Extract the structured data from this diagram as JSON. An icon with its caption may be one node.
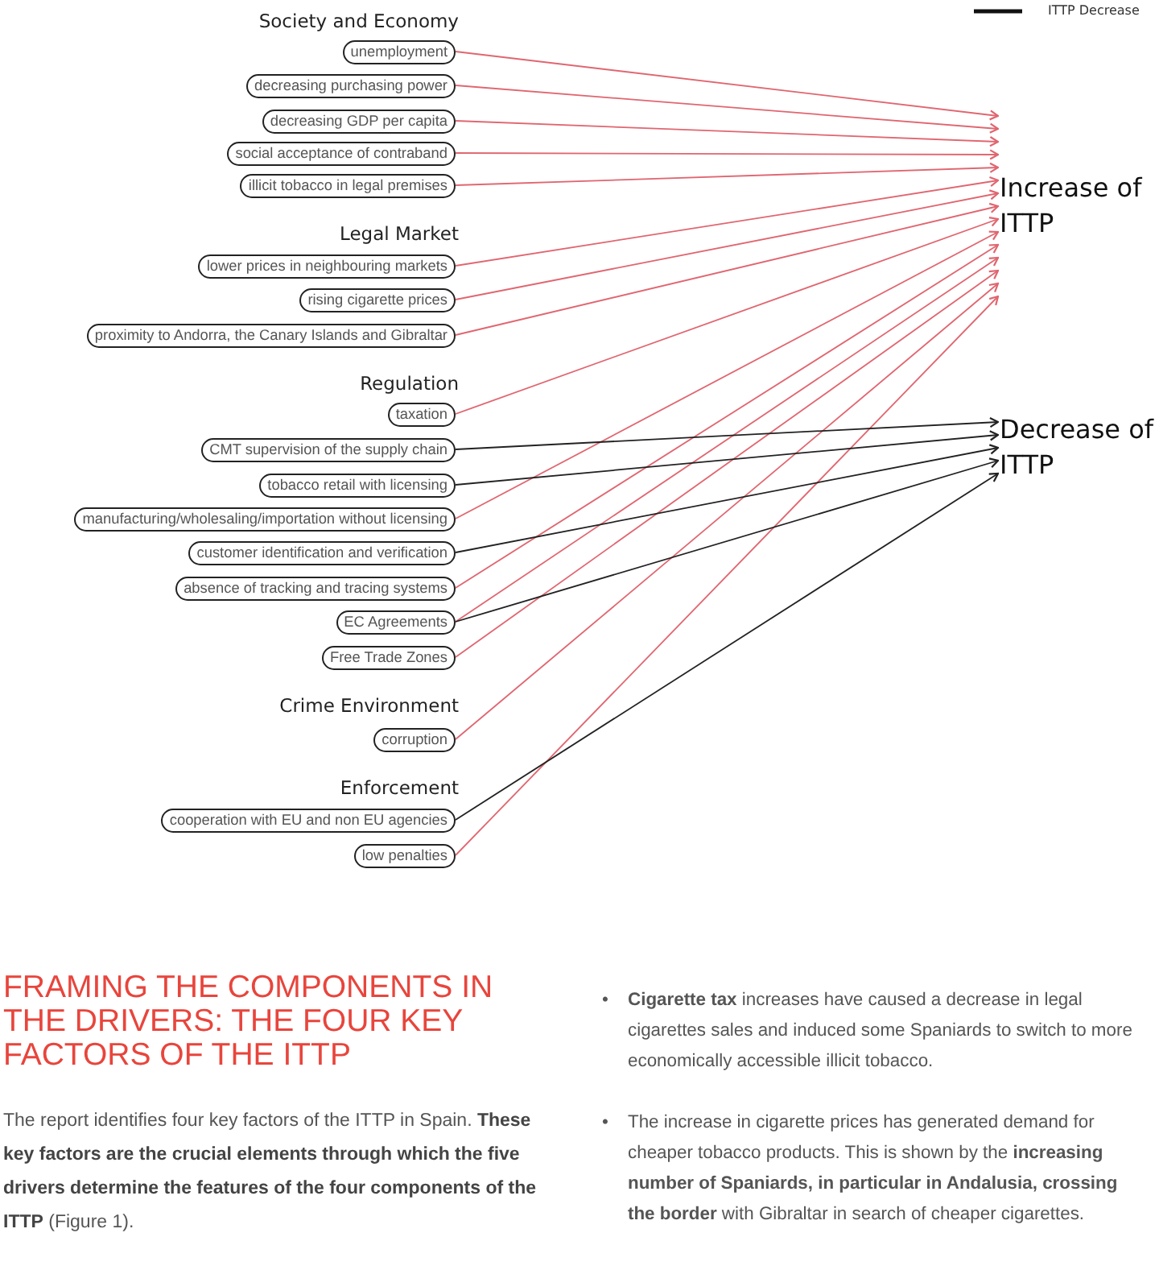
{
  "diagram": {
    "nodes": [
      {
        "text": [
          "unemployment"
        ]
      },
      {
        "text": [
          "decreasing purchasing power"
        ]
      },
      {
        "text": [
          "decreasing GDP per capita"
        ]
      },
      {
        "text": [
          "social acceptance of contraband"
        ]
      },
      {
        "text": [
          "illicit tobacco in legal premises"
        ]
      },
      {
        "text": [
          "lower prices in neighbouring markets"
        ]
      },
      {
        "text": [
          "rising cigarette prices"
        ]
      },
      {
        "text": [
          "proximity to Andorra, the Canary Islands and Gibraltar"
        ]
      },
      {
        "text": [
          "taxation"
        ]
      },
      {
        "text": [
          "CMT supervision of the supply chain"
        ]
      },
      {
        "text": [
          "tobacco retail with licensing"
        ]
      },
      {
        "text": [
          "manufacturing/wholesaling/importation without licensing"
        ]
      },
      {
        "text": [
          "customer identification and verification"
        ]
      },
      {
        "text": [
          "absence of tracking and tracing systems"
        ]
      },
      {
        "text": [
          "EC Agreements"
        ]
      },
      {
        "text": [
          "Free Trade Zones"
        ]
      },
      {
        "text": [
          "corruption"
        ]
      },
      {
        "text": [
          "cooperation with EU and non EU agencies"
        ]
      },
      {
        "text": [
          "low penalties"
        ]
      },
      {
        "text": [
          "Increase of ITTP"
        ]
      },
      {
        "text": [
          "Decrease of ITTP"
        ]
      }
    ],
    "edges": [
      {
        "from": 0,
        "to": 19,
        "arrow": "to"
      },
      {
        "from": 1,
        "to": 19,
        "arrow": "to"
      },
      {
        "from": 2,
        "to": 19,
        "arrow": "to"
      },
      {
        "from": 3,
        "to": 19,
        "arrow": "to"
      },
      {
        "from": 4,
        "to": 19,
        "arrow": "to"
      },
      {
        "from": 5,
        "to": 19,
        "arrow": "to"
      },
      {
        "from": 6,
        "to": 19,
        "arrow": "to"
      },
      {
        "from": 7,
        "to": 19,
        "arrow": "to"
      },
      {
        "from": 8,
        "to": 19,
        "arrow": "to"
      },
      {
        "from": 11,
        "to": 19,
        "arrow": "to"
      },
      {
        "from": 13,
        "to": 19,
        "arrow": "to"
      },
      {
        "from": 14,
        "to": 19,
        "arrow": "to"
      },
      {
        "from": 15,
        "to": 19,
        "arrow": "to"
      },
      {
        "from": 16,
        "to": 19,
        "arrow": "to"
      },
      {
        "from": 18,
        "to": 19,
        "arrow": "to"
      },
      {
        "from": 9,
        "to": 20,
        "arrow": "to",
        "color": "#222222"
      },
      {
        "from": 10,
        "to": 20,
        "arrow": "to",
        "color": "#222222"
      },
      {
        "from": 12,
        "to": 20,
        "arrow": "to",
        "color": "#222222"
      },
      {
        "from": 14,
        "to": 20,
        "arrow": "to",
        "color": "#222222"
      },
      {
        "from": 17,
        "to": 20,
        "arrow": "to",
        "color": "#222222"
      }
    ],
    "labels": [
      "Society and Economy",
      "Legal Market",
      "Regulation",
      "Crime Environment",
      "Enforcement",
      "FRAMING THE COMPONENTS IN THE DRIVERS: THE FOUR KEY FACTORS OF THE ITTP",
      "The report identifies four key factors of the ITTP in Spain. **These key factors are the crucial elements through which the five drivers determine the features of the four components of the ITTP** (Figure 1).",
      "•",
      "**Cigarette tax** increases have caused a decrease in legal cigarettes sales and induced some Spaniards to switch to more economically accessible illicit tobacco.",
      "•",
      "The increase in cigarette prices has generated demand for cheaper tobacco products. This is shown by the **increasing number of Spaniards, in particular in Andalusia, crossing the border** with Gibraltar in search of cheaper cigarettes."
    ],
    "legend": [
      {
        "text": "ITTP Decrease"
      }
    ]
  }
}
